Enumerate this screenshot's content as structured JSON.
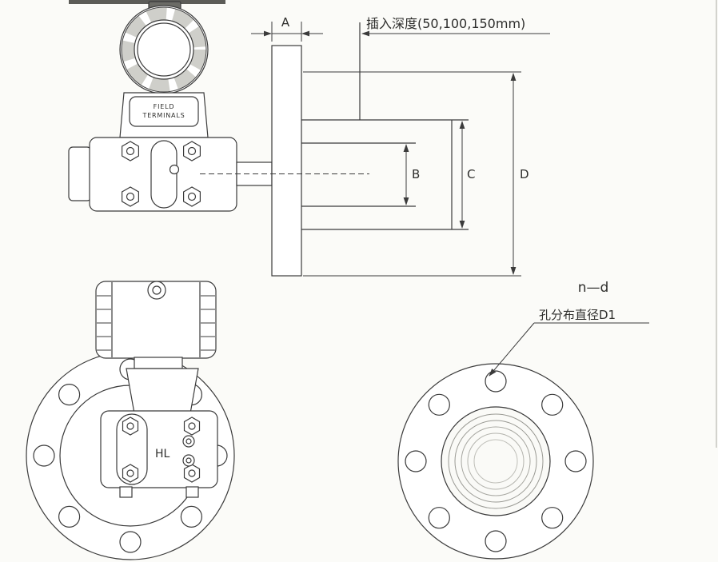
{
  "figure": {
    "type": "technical-dimension-drawing",
    "colors": {
      "ink": "#3b3b3b",
      "paper": "#fbfbf8"
    }
  },
  "side_view": {
    "terminal_label_line1": "FIELD",
    "terminal_label_line2": "TERMINALS"
  },
  "dimension_view": {
    "insertion_depth_label": "插入深度(50,100,150mm)",
    "dim_a": "A",
    "dim_b": "B",
    "dim_c": "C",
    "dim_d": "D"
  },
  "front_view": {
    "body_mark": "HL"
  },
  "flange_view": {
    "bolt_spec_label": "n—d",
    "bolt_circle_label": "孔分布直径D1"
  }
}
